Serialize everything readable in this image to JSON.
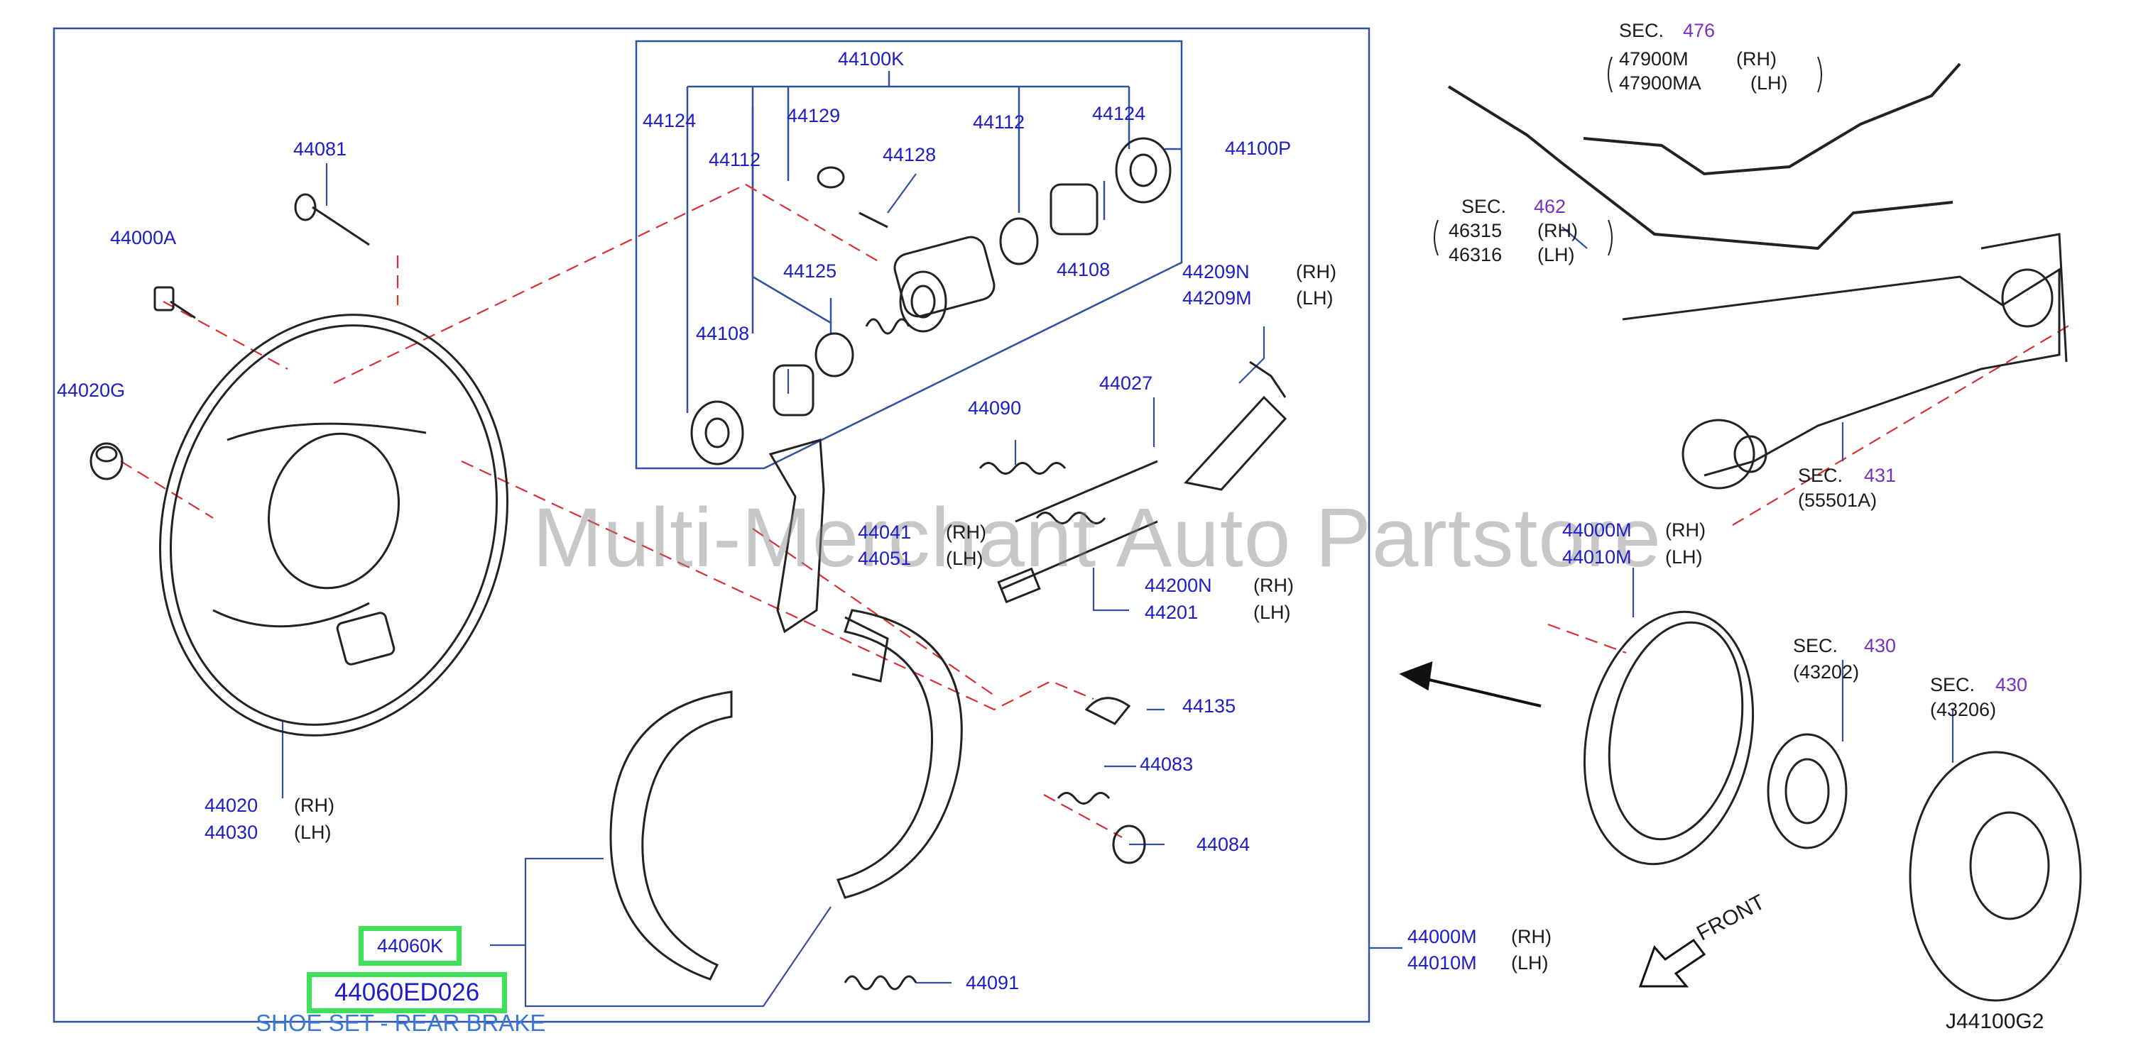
{
  "diagram_code": "J44100G2",
  "watermark": "Multi-Merchant Auto Partstore",
  "highlight": {
    "primary": "44060K",
    "part_number": "44060ED026",
    "description": "SHOE SET - REAR BRAKE"
  },
  "labels": {
    "p44100K": "44100K",
    "p44124a": "44124",
    "p44124b": "44124",
    "p44129": "44129",
    "p44112a": "44112",
    "p44112b": "44112",
    "p44128": "44128",
    "p44100P": "44100P",
    "p44125": "44125",
    "p44108a": "44108",
    "p44108b": "44108",
    "p44081": "44081",
    "p44000A": "44000A",
    "p44020G": "44020G",
    "p44209N": "44209N",
    "p44209M": "44209M",
    "p44027": "44027",
    "p44090": "44090",
    "p44041": "44041",
    "p44051": "44051",
    "p44200N": "44200N",
    "p44201": "44201",
    "p44135": "44135",
    "p44083": "44083",
    "p44084": "44084",
    "p44091": "44091",
    "p44020": "44020",
    "p44030": "44030",
    "p44000M_a": "44000M",
    "p44010M_a": "44010M",
    "p44000M_b": "44000M",
    "p44010M_b": "44010M"
  },
  "sides": {
    "rh": "(RH)",
    "lh": "(LH)"
  },
  "sections": {
    "sec": "SEC.",
    "s476": "476",
    "s476_rh": "47900M",
    "s476_lh": "47900MA",
    "s462": "462",
    "s462_rh": "46315",
    "s462_lh": "46316",
    "s431": "431",
    "s431_part": "(55501A)",
    "s430a": "430",
    "s430a_part": "(43202)",
    "s430b": "430",
    "s430b_part": "(43206)"
  },
  "front_label": "FRONT",
  "colors": {
    "label_blue": "#1c1cc8",
    "section_purple": "#7a2fc2",
    "highlight_green": "#3ee05a",
    "leader_red": "#d83030",
    "frame_blue": "#3050a0"
  }
}
